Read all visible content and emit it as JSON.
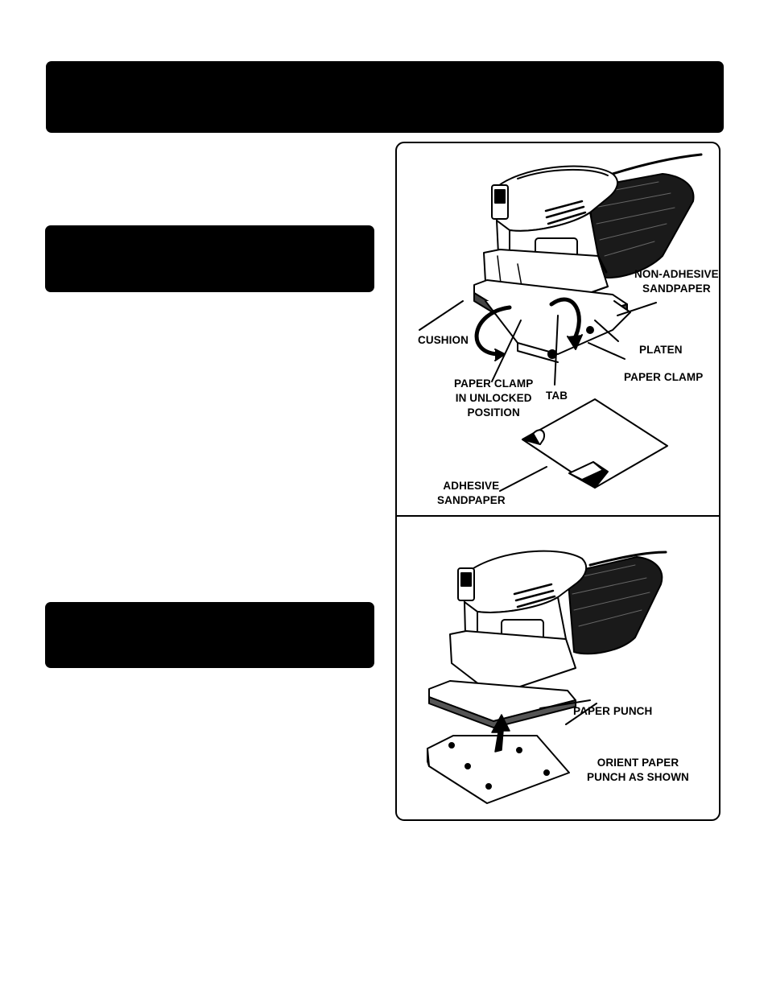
{
  "labels": {
    "non_adhesive_sandpaper": "NON-ADHESIVE\nSANDPAPER",
    "cushion": "CUSHION",
    "platen": "PLATEN",
    "paper_clamp": "PAPER CLAMP",
    "paper_clamp_unlocked": "PAPER CLAMP\nIN UNLOCKED\nPOSITION",
    "tab": "TAB",
    "adhesive_sandpaper": "ADHESIVE\nSANDPAPER",
    "paper_punch": "PAPER PUNCH",
    "orient_paper_punch": "ORIENT PAPER\nPUNCH AS SHOWN"
  }
}
